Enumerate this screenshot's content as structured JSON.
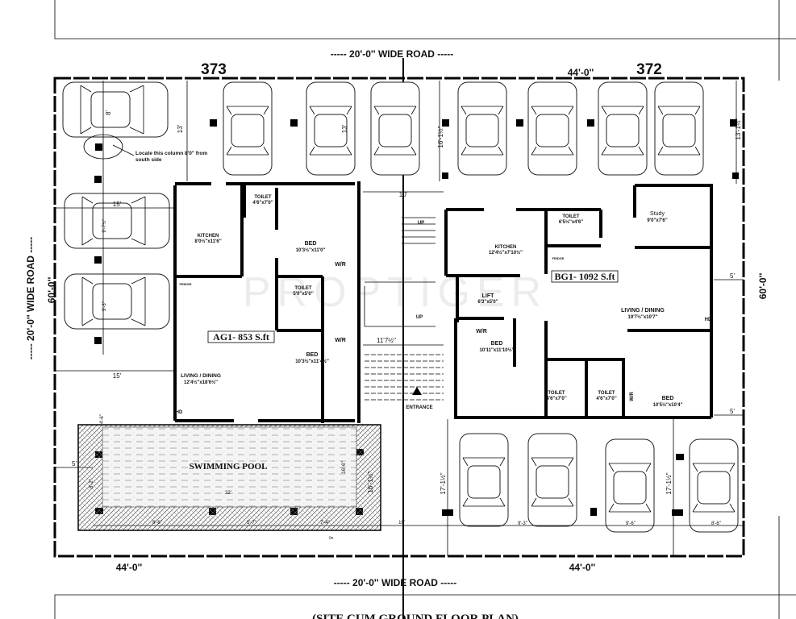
{
  "title": "(SITE CUM GROUND FLOOR PLAN)",
  "watermark": "PROPTIGER",
  "roads": {
    "top": "----- 20'-0'' WIDE ROAD -----",
    "bottom": "----- 20'-0'' WIDE ROAD -----",
    "left": "----- 20'-0'' WIDE ROAD -----"
  },
  "plots": {
    "left": "373",
    "right": "372"
  },
  "dimensions": {
    "top_right_width": "44'-0''",
    "bottom_left_width": "44'-0''",
    "bottom_right_width": "44'-0''",
    "left_depth": "60'-0''",
    "right_depth": "60'-0''",
    "car_8": "8'",
    "d13_a": "13'",
    "d13_b": "13'",
    "d16_1": "16'-1½''",
    "d13_1": "13'-1½''",
    "d15_a": "15'",
    "d15_b": "15'",
    "d9_7": "9'-7½''",
    "d9_3": "9'-3''",
    "d10_top": "10'",
    "d11_7": "11'7½''",
    "d5_a": "5'",
    "d5_b": "5'",
    "d4_6": "4'-6''",
    "d5_pool": "5'",
    "d8_2": "8'-2''",
    "d16_6": "16'-6''",
    "d16_1_pool": "16'-1½''",
    "d22": "22'",
    "d8_6_pool": "8'-6''",
    "d5_7": "5'-7''",
    "d7_4": "7'-4''",
    "d10_bottom": "10'",
    "d5_bottom": "5'",
    "d17_a": "17'-1½''",
    "d17_b": "17'-1½''",
    "d9_3_car": "9'-3''",
    "d9_6_car": "9'-6''",
    "d8_6_car": "8'-6''"
  },
  "note": {
    "line1": "Locate this column 8'0'' from",
    "line2": "south side"
  },
  "unit_a": {
    "area": "AG1- 853 S.ft",
    "toilet1": {
      "name": "TOILET",
      "size": "4'6''x7'0''"
    },
    "kitchen": {
      "name": "KITCHEN",
      "size": "8'0½''x11'6''"
    },
    "bed1": {
      "name": "BED",
      "size": "10'3½''x11'0''"
    },
    "wr1": "W/R",
    "toilet2": {
      "name": "TOILET",
      "size": "5'0''x5'0''"
    },
    "fridge": "FRIDGE",
    "wr2": "W/R",
    "bed2": {
      "name": "BED",
      "size": "10'3½''x11'4½''"
    },
    "living": {
      "name": "LIVING / DINING",
      "size": "12'4½''x18'6½''"
    },
    "hd": "HD"
  },
  "unit_b": {
    "area": "BG1- 1092 S.ft",
    "toilet1": {
      "name": "TOILET",
      "size": "6'5½''x4'6''"
    },
    "kitchen": {
      "name": "KITCHEN",
      "size": "12'4½''x7'10½''"
    },
    "study": {
      "name": "Study",
      "size": "9'0''x7'6''"
    },
    "fridge": "FRIDGE",
    "lift": {
      "name": "LIFT",
      "size": "6'3''x5'0''"
    },
    "living": {
      "name": "LIVING / DINING",
      "size": "19'7½''x10'7''"
    },
    "hd": "HD",
    "wr1": "W/R",
    "bed1": {
      "name": "BED",
      "size": "10'11''x11'10½''"
    },
    "toilet2": {
      "name": "TOILET",
      "size": "4'6''x7'0''"
    },
    "toilet3": {
      "name": "TOILET",
      "size": "4'6''x7'0''"
    },
    "wr2": "W/R",
    "bed2": {
      "name": "BED",
      "size": "10'5½''x10'4''"
    }
  },
  "stairs": {
    "up1": "UP",
    "up2": "UP",
    "entrance": "ENTRANCE"
  },
  "pool": "SWIMMING POOL"
}
